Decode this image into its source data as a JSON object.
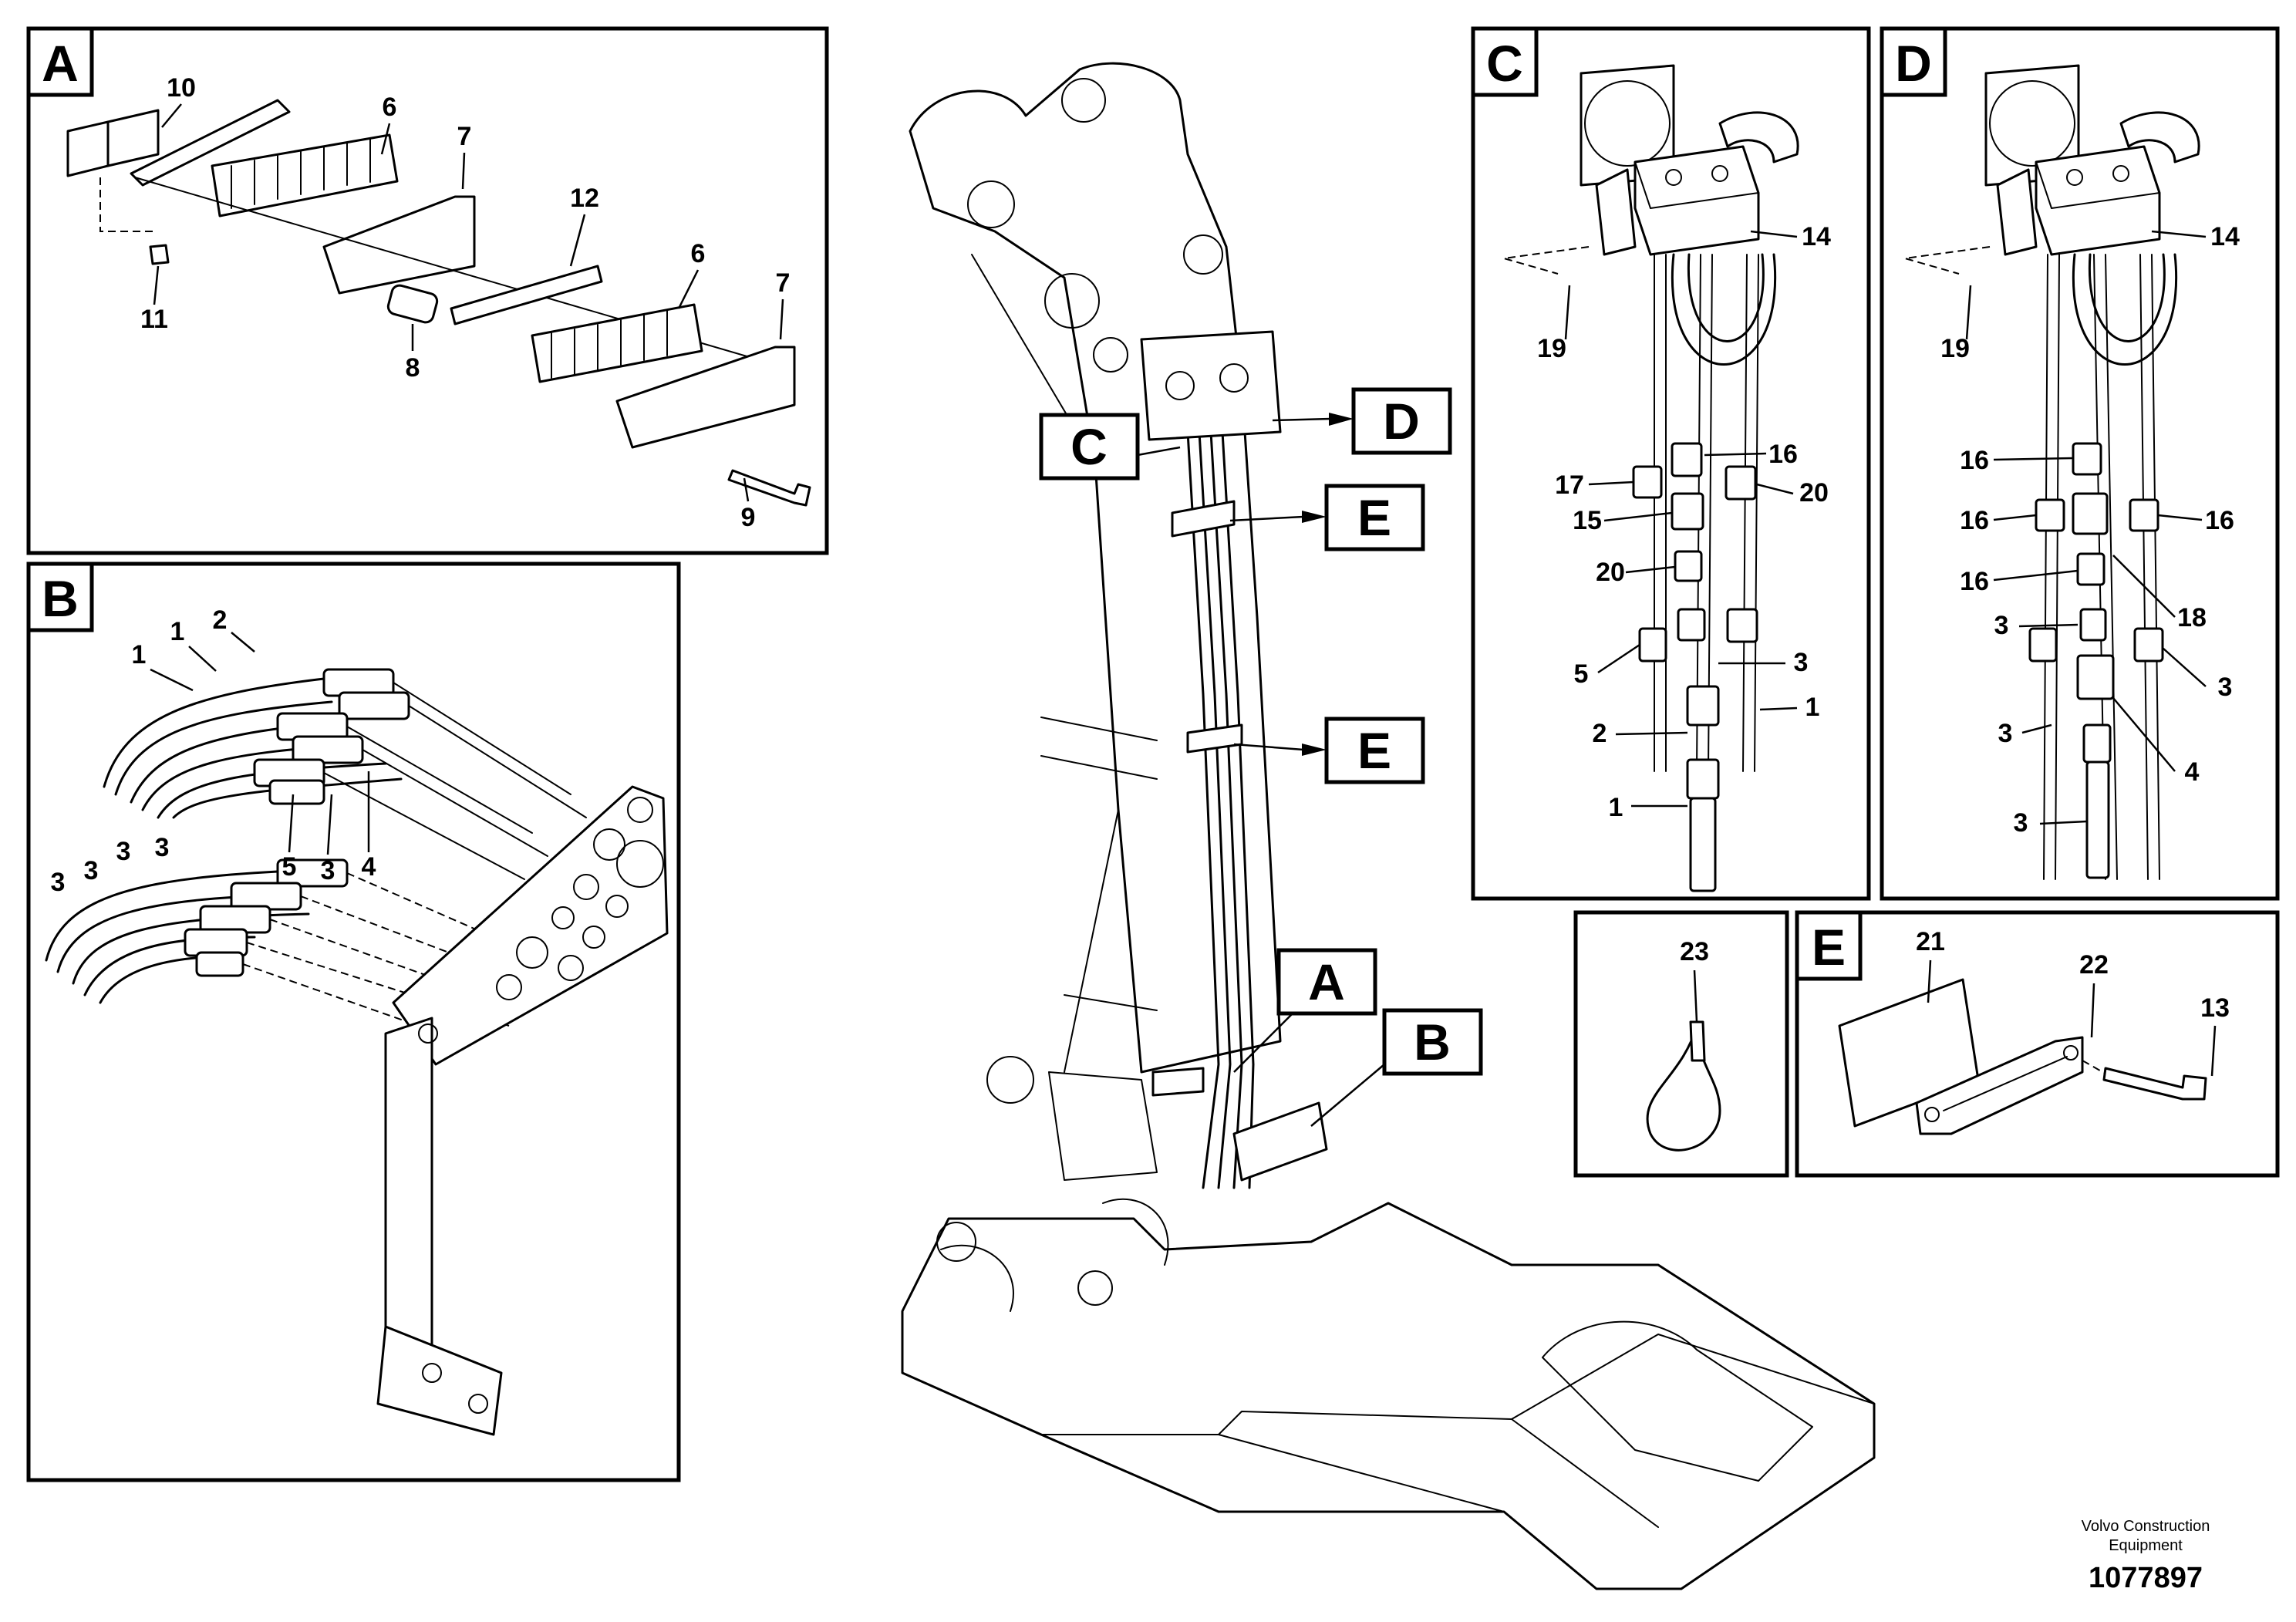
{
  "panels": {
    "A": {
      "letter": "A",
      "callouts": [
        "10",
        "6",
        "7",
        "12",
        "6",
        "7",
        "11",
        "8",
        "9"
      ]
    },
    "B": {
      "letter": "B",
      "callouts": [
        "2",
        "1",
        "1",
        "1",
        "5",
        "3",
        "4",
        "3",
        "3",
        "3",
        "3",
        "3"
      ]
    },
    "C": {
      "letter": "C",
      "callouts": [
        "14",
        "19",
        "16",
        "17",
        "20",
        "15",
        "20",
        "3",
        "5",
        "1",
        "2",
        "1"
      ]
    },
    "D": {
      "letter": "D",
      "callouts": [
        "14",
        "19",
        "16",
        "16",
        "16",
        "16",
        "18",
        "3",
        "3",
        "3",
        "4",
        "3"
      ]
    },
    "pictogram": {
      "callouts": [
        "23"
      ]
    },
    "E": {
      "letter": "E",
      "callouts": [
        "21",
        "22",
        "13"
      ]
    }
  },
  "main_view": {
    "labels": [
      "C",
      "D",
      "E",
      "E",
      "A",
      "B"
    ]
  },
  "footer": {
    "brand_line1": "Volvo Construction",
    "brand_line2": "Equipment",
    "doc_number": "1077897"
  }
}
